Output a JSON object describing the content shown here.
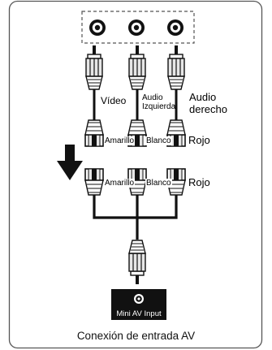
{
  "labels": {
    "video": "Vídeo",
    "audio_left_line1": "Audio",
    "audio_left_line2": "Izquierda",
    "audio_right_line1": "Audio",
    "audio_right_line2": "derecho",
    "upper_yellow": "Amarillo",
    "upper_white": "Blanco",
    "upper_red": "Rojo",
    "lower_yellow": "Amarillo",
    "lower_white": "Blanco",
    "lower_red": "Rojo",
    "mini_av_input": "Mini AV Input"
  },
  "caption": "Conexión de entrada AV",
  "colors": {
    "frame": "#555555",
    "jack_dark": "#111111",
    "plug_metal": "#d8d8d8",
    "cable": "#111111",
    "background": "#ffffff"
  },
  "icons": [
    "rca-jack-icon",
    "rca-plug-icon",
    "down-arrow-icon",
    "mini-av-jack-icon"
  ]
}
